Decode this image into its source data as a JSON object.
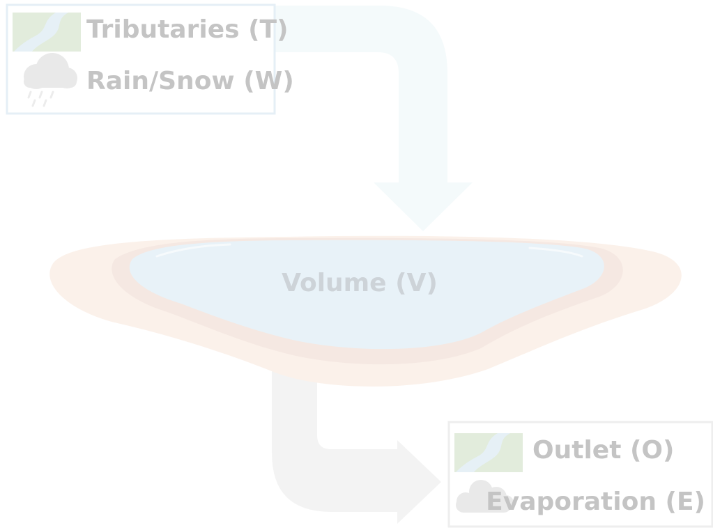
{
  "inputs": {
    "tributaries_label": "Tributaries (T)",
    "rain_snow_label": "Rain/Snow (W)"
  },
  "lake": {
    "label": "Volume (V)"
  },
  "outputs": {
    "outlet_label": "Outlet (O)",
    "evaporation_label": "Evaporation (E)"
  },
  "colors": {
    "inflow_arrow": "#f4fafb",
    "outflow_arrow": "#f3f3f3",
    "water": "#e8f2f8",
    "shore_outer": "#fbf1ea",
    "shore_inner": "#f5e8e2",
    "inflow_box_border": "#e5eff6",
    "outflow_box_border": "#eeeeee",
    "river_green": "#e2ecdc",
    "river_water": "#e6f0f6",
    "cloud": "#e9e9e9",
    "label_text": "#c4c4c4"
  },
  "icons": {
    "tributaries": "river-icon",
    "rain_snow": "rain-cloud-icon",
    "outlet": "river-icon",
    "evaporation": "evaporation-cloud-icon"
  }
}
